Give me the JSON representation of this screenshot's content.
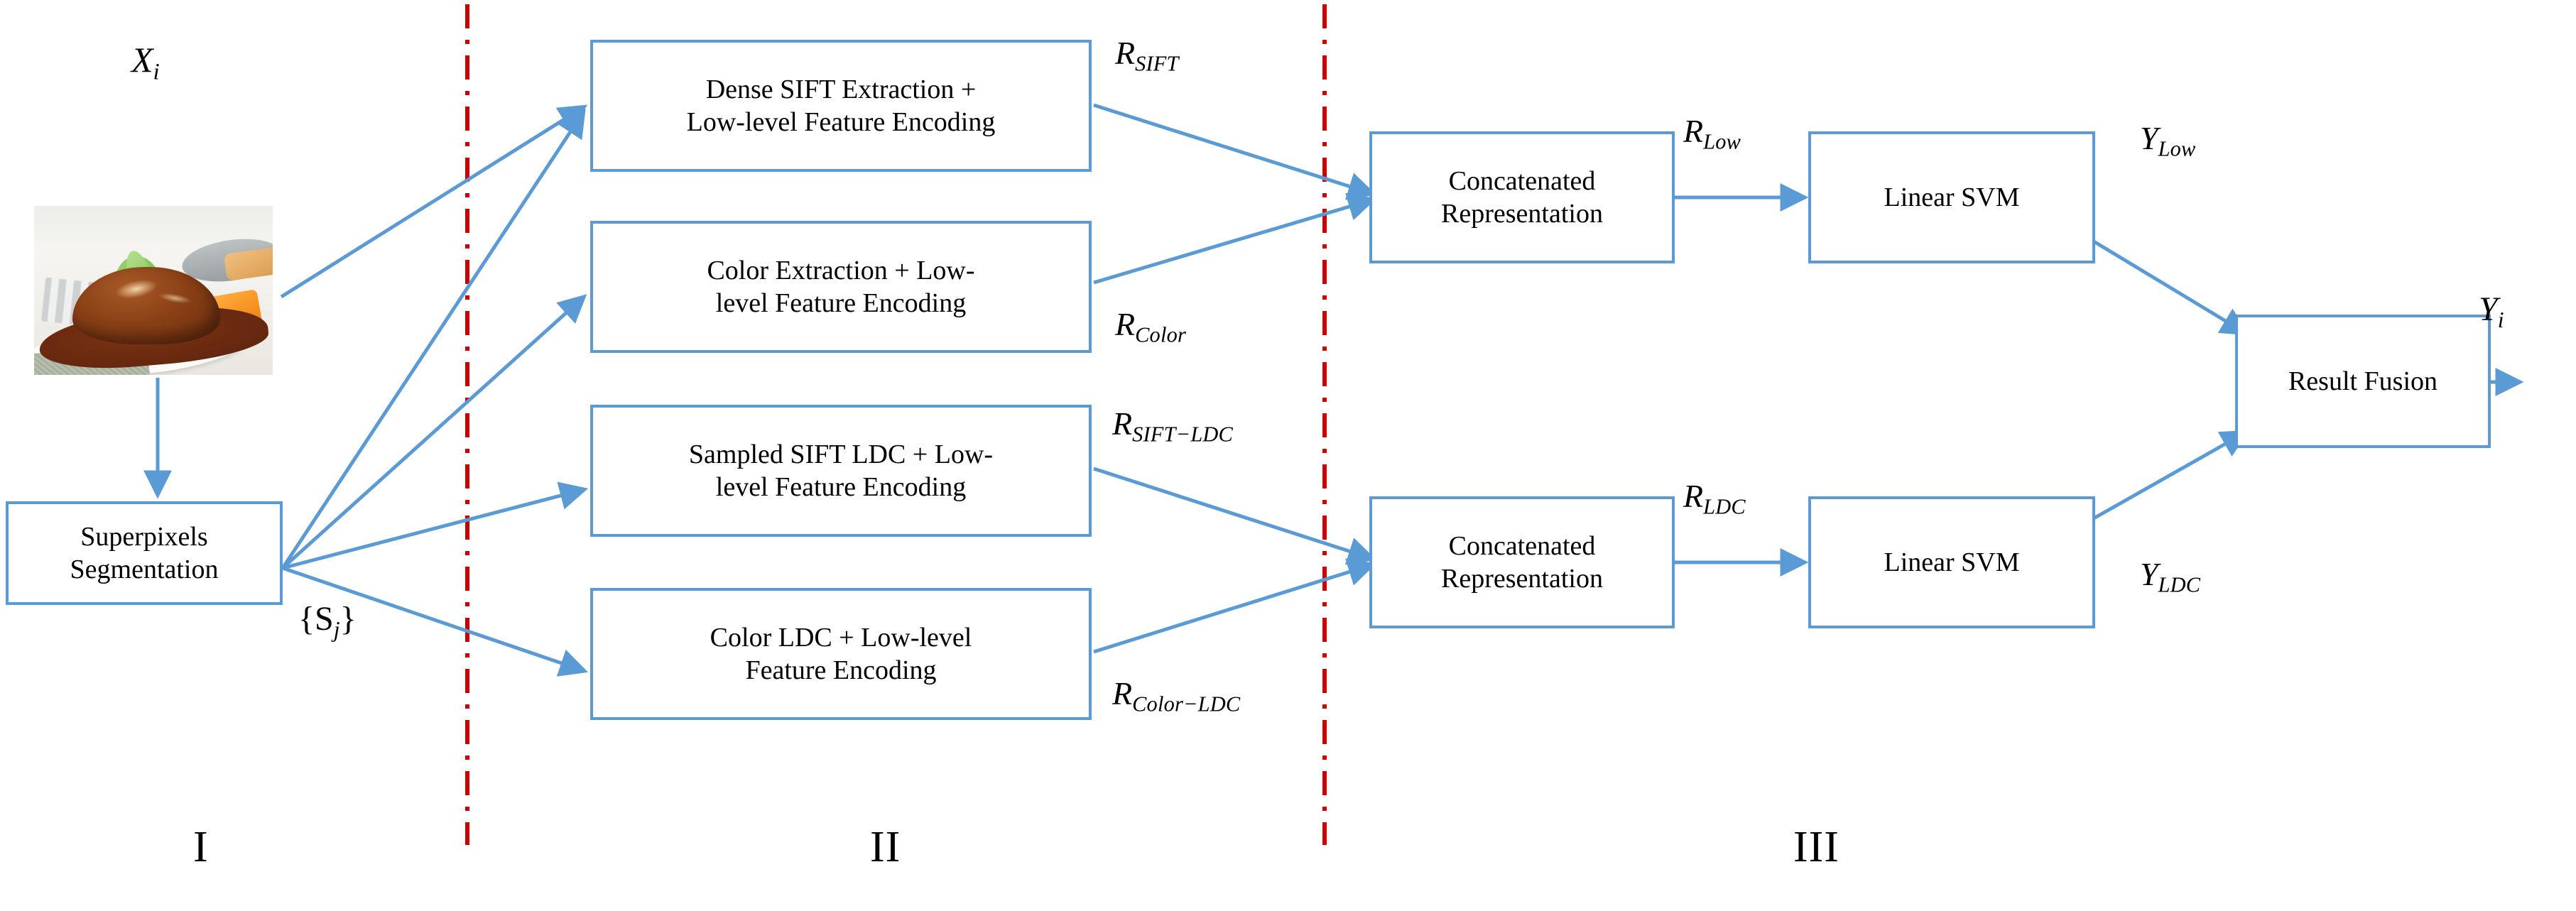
{
  "diagram": {
    "title": "Food recognition pipeline with superpixels, low-level feature encoding, LDC and SVM fusion",
    "accent_color": "#5b9bd5",
    "divider_color": "#cc0000",
    "text_color": "#000000"
  },
  "stage_labels": {
    "stage_1": "I",
    "stage_2": "II",
    "stage_3": "III"
  },
  "input": {
    "image_label": "X",
    "image_label_sub": "i",
    "image_alt": "food-photo-hamburg-steak-with-asparagus-and-carrot"
  },
  "boxes": {
    "superpixels": {
      "line1": "Superpixels",
      "line2": "Segmentation"
    },
    "dense_sift": {
      "line1": "Dense SIFT Extraction +",
      "line2": "Low-level Feature Encoding"
    },
    "color_extraction": {
      "line1": "Color Extraction + Low-",
      "line2": "level Feature Encoding"
    },
    "sampled_sift_ldc": {
      "line1": "Sampled SIFT LDC + Low-",
      "line2": "level Feature Encoding"
    },
    "color_ldc": {
      "line1": "Color LDC + Low-level",
      "line2": "Feature Encoding"
    },
    "concat_low": {
      "line1": "Concatenated",
      "line2": "Representation"
    },
    "concat_ldc": {
      "line1": "Concatenated",
      "line2": "Representation"
    },
    "svm_low": {
      "line1": "Linear SVM",
      "line2": ""
    },
    "svm_ldc": {
      "line1": "Linear SVM",
      "line2": ""
    },
    "result_fusion": {
      "line1": "Result Fusion",
      "line2": ""
    }
  },
  "edge_labels": {
    "superpixel_set": "{S",
    "superpixel_set_sub": "j",
    "superpixel_set_close": "}",
    "r_sift": {
      "base": "R",
      "sub": "SIFT"
    },
    "r_color": {
      "base": "R",
      "sub": "Color"
    },
    "r_sift_ldc": {
      "base": "R",
      "sub": "SIFT−LDC"
    },
    "r_color_ldc": {
      "base": "R",
      "sub": "Color−LDC"
    },
    "r_low": {
      "base": "R",
      "sub": "Low"
    },
    "r_ldc": {
      "base": "R",
      "sub": "LDC"
    },
    "y_low": {
      "base": "Y",
      "sub": "Low"
    },
    "y_ldc": {
      "base": "Y",
      "sub": "LDC"
    },
    "y_out": {
      "base": "Y",
      "sub": "i"
    }
  }
}
